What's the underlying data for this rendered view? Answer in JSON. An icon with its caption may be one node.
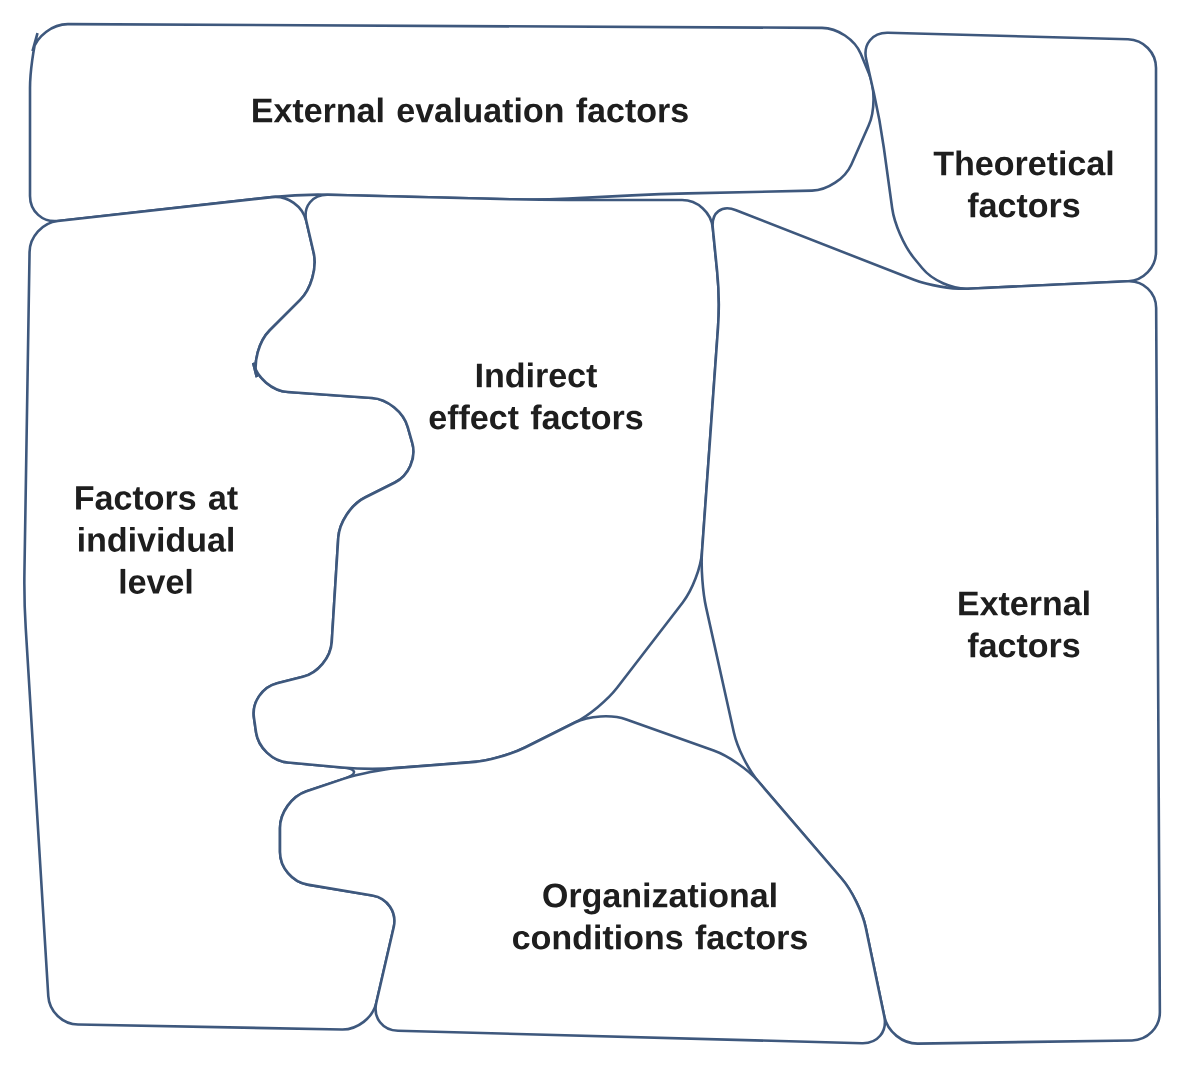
{
  "diagram": {
    "nodes": [
      {
        "text": [
          "External evaluation factors"
        ]
      },
      {
        "text": [
          "Theoretical factors"
        ]
      },
      {
        "text": [
          "Factors at individual level"
        ]
      },
      {
        "text": [
          "Indirect effect factors"
        ]
      },
      {
        "text": [
          "External factors"
        ]
      },
      {
        "text": [
          "Organizational conditions factors"
        ]
      }
    ]
  }
}
